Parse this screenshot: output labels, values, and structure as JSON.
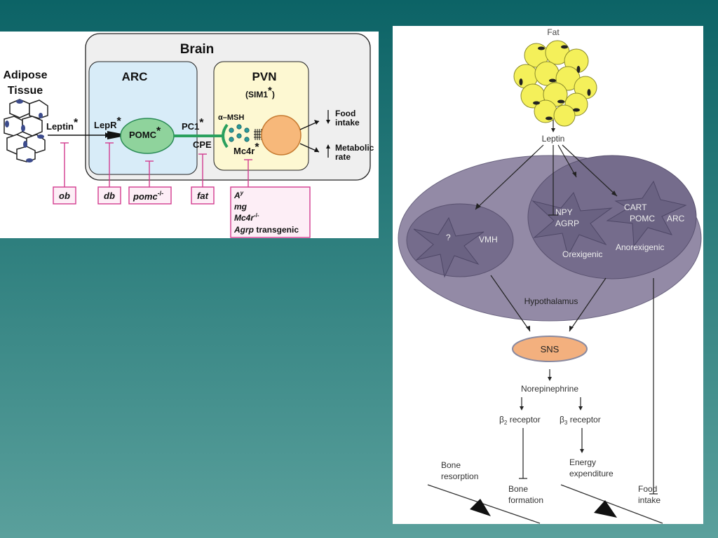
{
  "left": {
    "brain": "Brain",
    "adipose_line1": "Adipose",
    "adipose_line2": "Tissue",
    "arc": "ARC",
    "pvn": "PVN",
    "sim1": "(SIM1",
    "sim1_close": ")",
    "star": "*",
    "leptin": "Leptin",
    "lepr": "LepR",
    "pomc": "POMC",
    "pc1": "PC1",
    "cpe": "CPE",
    "amsh": "α–MSH",
    "mc4r": "Mc4r",
    "food1": "Food",
    "food2": "intake",
    "met1": "Metabolic",
    "met2": "rate",
    "box_ob": "ob",
    "box_db": "db",
    "box_pomc": "pomc",
    "box_pomc_sup": "-/-",
    "box_fat": "fat",
    "box_ay": "A",
    "box_ay_sup": "y",
    "box_mg": "mg",
    "box_mc4r": "Mc4r",
    "box_mc4r_sup": "-/-",
    "box_agrp": "Agrp",
    "box_agrp_rest": " transgenic"
  },
  "right": {
    "fat": "Fat",
    "leptin": "Leptin",
    "npy": "NPY",
    "agrp": "AGRP",
    "cart": "CART",
    "pomc": "POMC",
    "arc": "ARC",
    "q": "?",
    "vmh": "VMH",
    "orexigenic": "Orexigenic",
    "anorexigenic": "Anorexigenic",
    "hypothalamus": "Hypothalamus",
    "sns": "SNS",
    "norepinephrine": "Norepinephrine",
    "beta2": "β",
    "beta2_sub": "2",
    "beta2_rest": " receptor",
    "beta3": "β",
    "beta3_sub": "3",
    "beta3_rest": " receptor",
    "bone_res1": "Bone",
    "bone_res2": "resorption",
    "bone_form1": "Bone",
    "bone_form2": "formation",
    "energy1": "Energy",
    "energy2": "expenditure",
    "food1": "Food",
    "food2": "intake"
  }
}
